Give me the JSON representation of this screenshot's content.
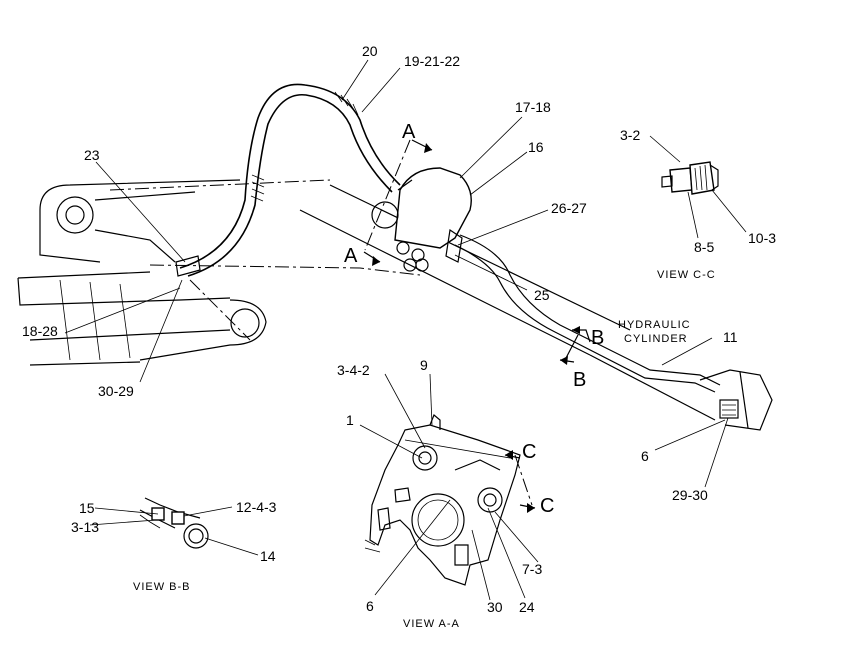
{
  "callouts": {
    "c20": "20",
    "c19_21_22": "19-21-22",
    "c17_18": "17-18",
    "c16": "16",
    "c23": "23",
    "c26_27": "26-27",
    "c25": "25",
    "c18_28": "18-28",
    "c30_29": "30-29",
    "c11": "11",
    "c6_right": "6",
    "c29_30": "29-30",
    "c3_4_2": "3-4-2",
    "c9": "9",
    "c1": "1",
    "c6_bottom": "6",
    "c30": "30",
    "c24": "24",
    "c7_3": "7-3",
    "c3_2": "3-2",
    "c8_5": "8-5",
    "c10_3": "10-3",
    "c15": "15",
    "c3_13": "3-13",
    "c12_4_3": "12-4-3",
    "c14": "14"
  },
  "section_letters": {
    "a_top": "A",
    "a_bottom": "A",
    "b_top": "B",
    "b_bottom": "B",
    "c_top": "C",
    "c_bottom": "C"
  },
  "notes": {
    "hydraulic_line1": "HYDRAULIC",
    "hydraulic_line2": "CYLINDER"
  },
  "view_titles": {
    "view_cc": "VIEW C-C",
    "view_bb": "VIEW B-B",
    "view_aa": "VIEW A-A"
  }
}
